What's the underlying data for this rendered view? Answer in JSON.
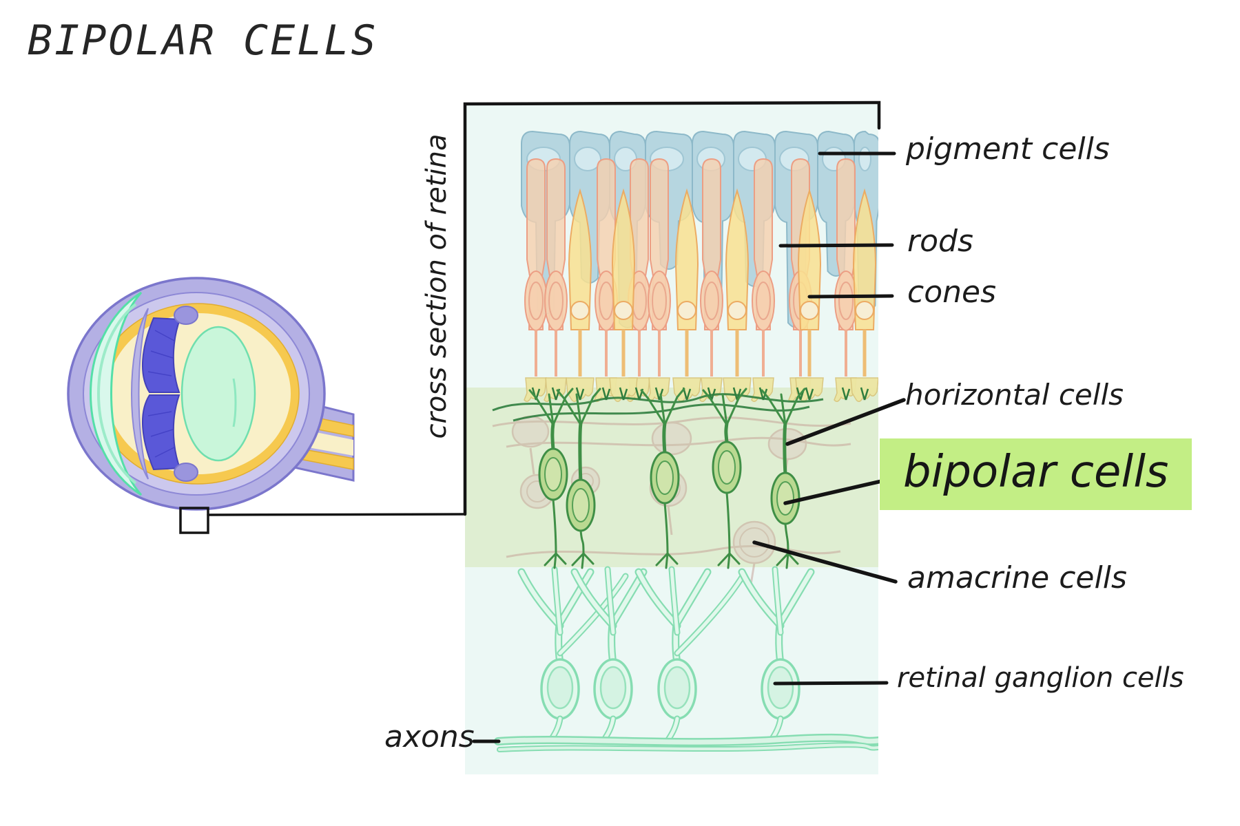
{
  "title": "BIPOLAR CELLS",
  "cross_section_label": "cross section of retina",
  "callouts": {
    "pigment_cells": "pigment cells",
    "rods": "rods",
    "cones": "cones",
    "horizontal_cells": "horizontal cells",
    "bipolar_cells": "bipolar cells",
    "amacrine_cells": "amacrine cells",
    "retinal_ganglion_cells": "retinal ganglion cells",
    "axons": "axons"
  },
  "highlight_color": "#c3ee85",
  "palette": {
    "ink": "#1c1c1c",
    "panel_background": "#ecf8f5",
    "middle_band_background": "#dfeed2",
    "pigment_cell_blue": "#b2d3de",
    "rod_peach": "#f6cfae",
    "cone_yellow": "#f9e190",
    "bipolar_green": "#3f8f46",
    "ganglion_mint": "#86ddb2",
    "faded_cell_pink": "#c49e94",
    "eye_sclera_purple": "#7b76cc",
    "eye_retina_yellow": "#f6c94f",
    "cornea_mint": "#55dfa8"
  }
}
